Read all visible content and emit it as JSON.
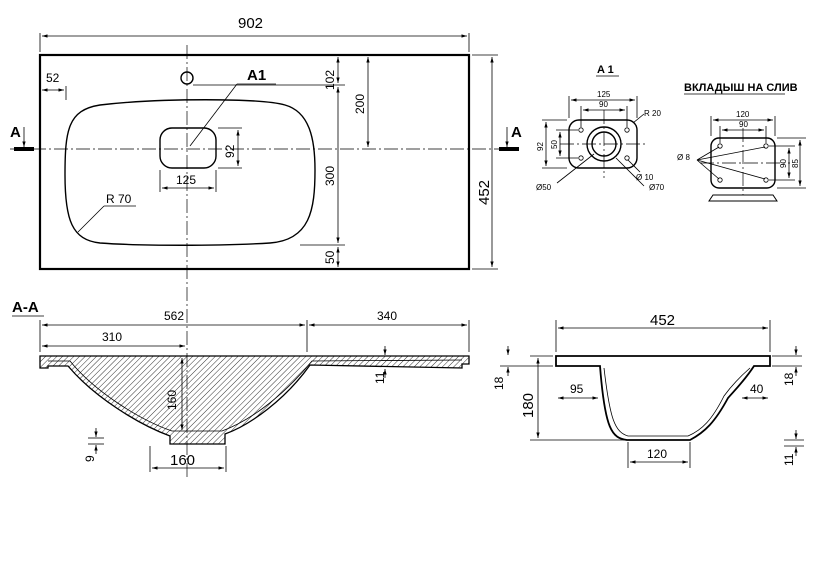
{
  "top_view": {
    "width": "902",
    "offset_left": "52",
    "offset_top": "102",
    "depth_200": "200",
    "depth_300": "300",
    "bottom_50": "50",
    "total_depth": "452",
    "drain_width": "125",
    "drain_height": "92",
    "radius": "R 70",
    "detail_ref": "A1",
    "section_mark": "A"
  },
  "section_aa": {
    "title": "A-A",
    "length_562": "562",
    "length_340": "340",
    "length_310": "310",
    "depth_160": "160",
    "thickness_11": "11",
    "bottom_9": "9",
    "drain_160": "160"
  },
  "side_view": {
    "width": "452",
    "height": "180",
    "top_18": "18",
    "right_18": "18",
    "offset_95": "95",
    "offset_40": "40",
    "bottom_120": "120",
    "bottom_11": "11"
  },
  "detail_a1": {
    "title": "A 1",
    "w125": "125",
    "w90": "90",
    "r20": "R 20",
    "h92": "92",
    "h50": "50",
    "d50": "Ø50",
    "d10": "Ø 10",
    "d70": "Ø70"
  },
  "insert": {
    "title": "ВКЛАДЫШ НА СЛИВ",
    "w120": "120",
    "w90": "90",
    "h90": "90",
    "h85": "85",
    "d8": "Ø 8"
  }
}
